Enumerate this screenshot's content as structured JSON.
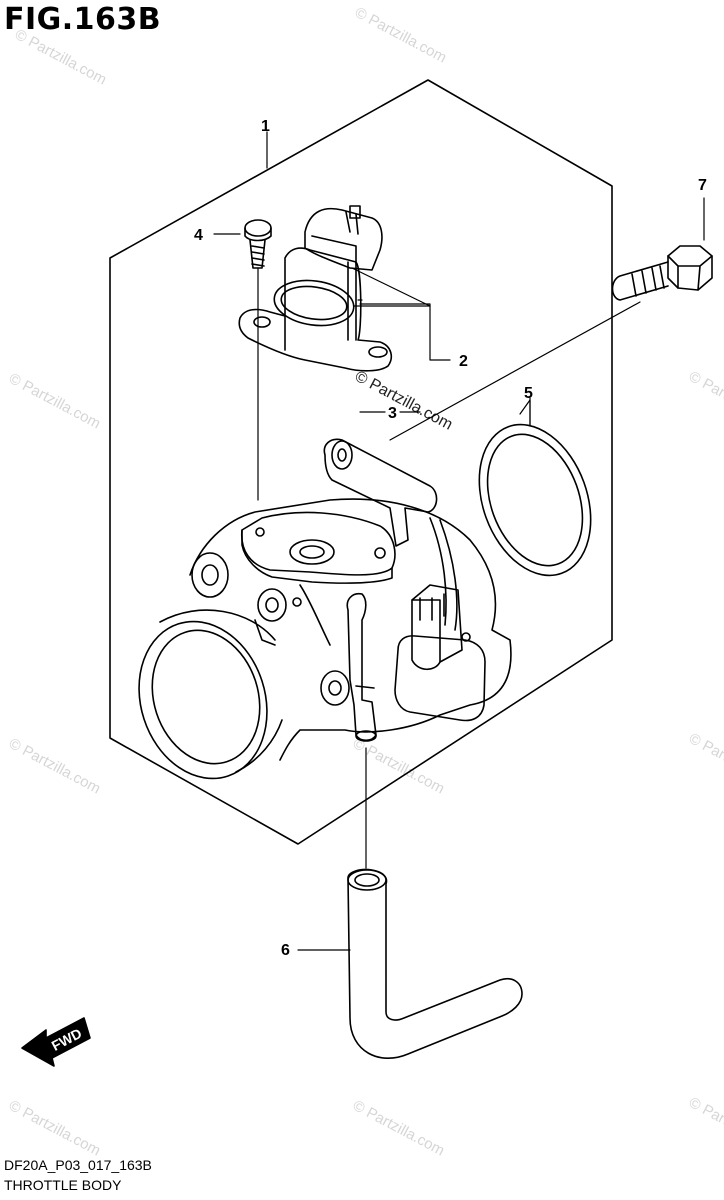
{
  "figure": {
    "title": "FIG.163B"
  },
  "footer": {
    "code": "DF20A_P03_017_163B",
    "name": "THROTTLE BODY"
  },
  "watermark": {
    "text": "© Partzilla.com"
  },
  "callouts": {
    "c1": "1",
    "c2": "2",
    "c3": "3",
    "c4": "4",
    "c5": "5",
    "c6": "6",
    "c7": "7"
  },
  "fwd": {
    "label": "FWD"
  }
}
